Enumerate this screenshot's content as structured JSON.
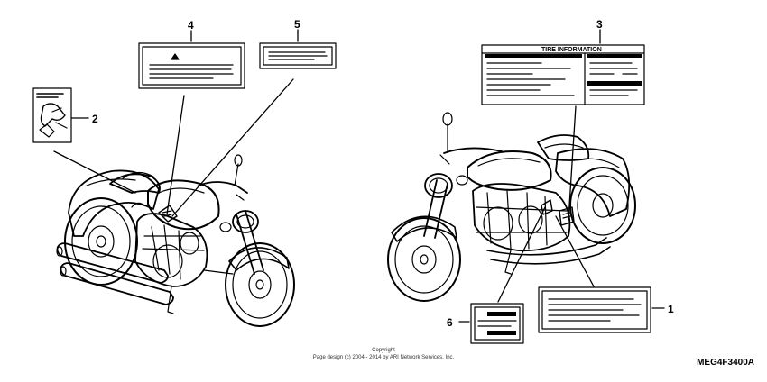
{
  "diagram": {
    "callouts": [
      "1",
      "2",
      "3",
      "4",
      "5",
      "6"
    ],
    "tire_label_title": "TIRE INFORMATION",
    "copyright_line1": "Copyright",
    "copyright_line2": "Page design (c) 2004 - 2014 by ARI Network Services, Inc.",
    "diagram_code": "MEG4F3400A"
  }
}
